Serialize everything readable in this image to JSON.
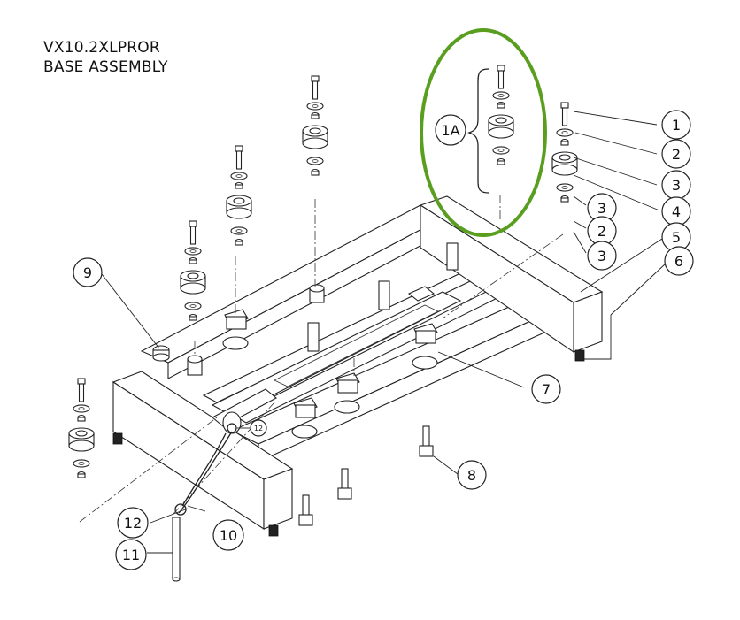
{
  "title": {
    "line1": "VX10.2XLPROR",
    "line2": "BASE ASSEMBLY"
  },
  "callouts": {
    "c1": "1",
    "c2a": "2",
    "c3a": "3",
    "c4": "4",
    "c3b": "3",
    "c2b": "2",
    "c3c": "3",
    "c5": "5",
    "c6": "6",
    "c7": "7",
    "c8": "8",
    "c9": "9",
    "c10": "10",
    "c11": "11",
    "c12": "12",
    "c12small": "12",
    "c1a": "1A"
  },
  "colors": {
    "highlight": "#5a9e1f",
    "line": "#222222"
  }
}
